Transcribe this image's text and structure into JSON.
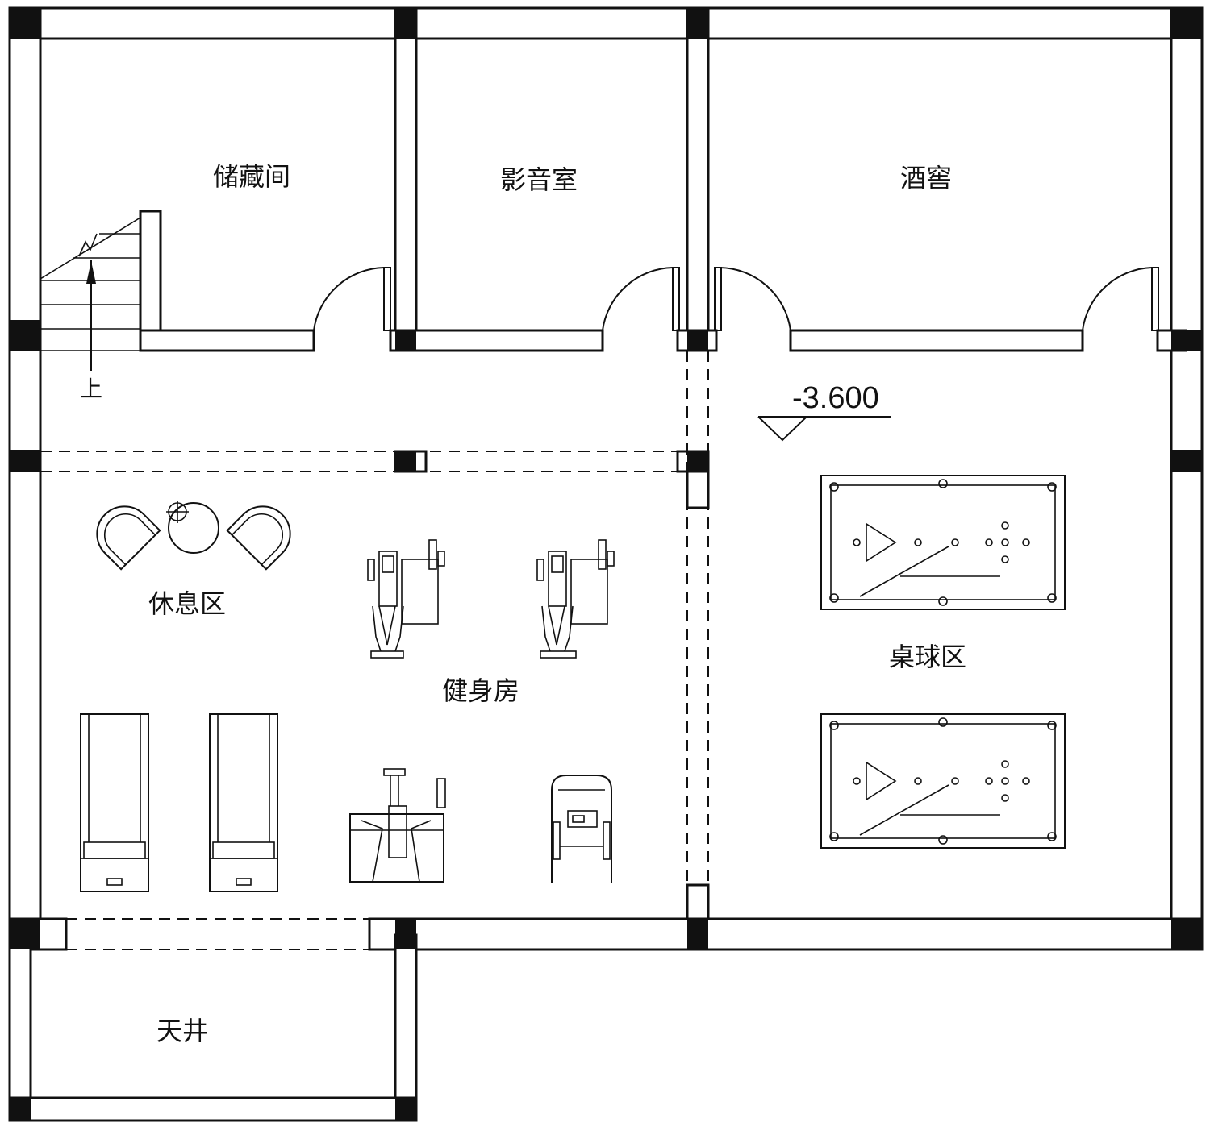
{
  "drawing": {
    "rooms": {
      "storage": "储藏间",
      "theater": "影音室",
      "wine_cellar": "酒窖",
      "lounge": "休息区",
      "gym": "健身房",
      "billiards": "桌球区",
      "light_well": "天井"
    },
    "stair_label": "上",
    "elevation": "-3.600"
  }
}
